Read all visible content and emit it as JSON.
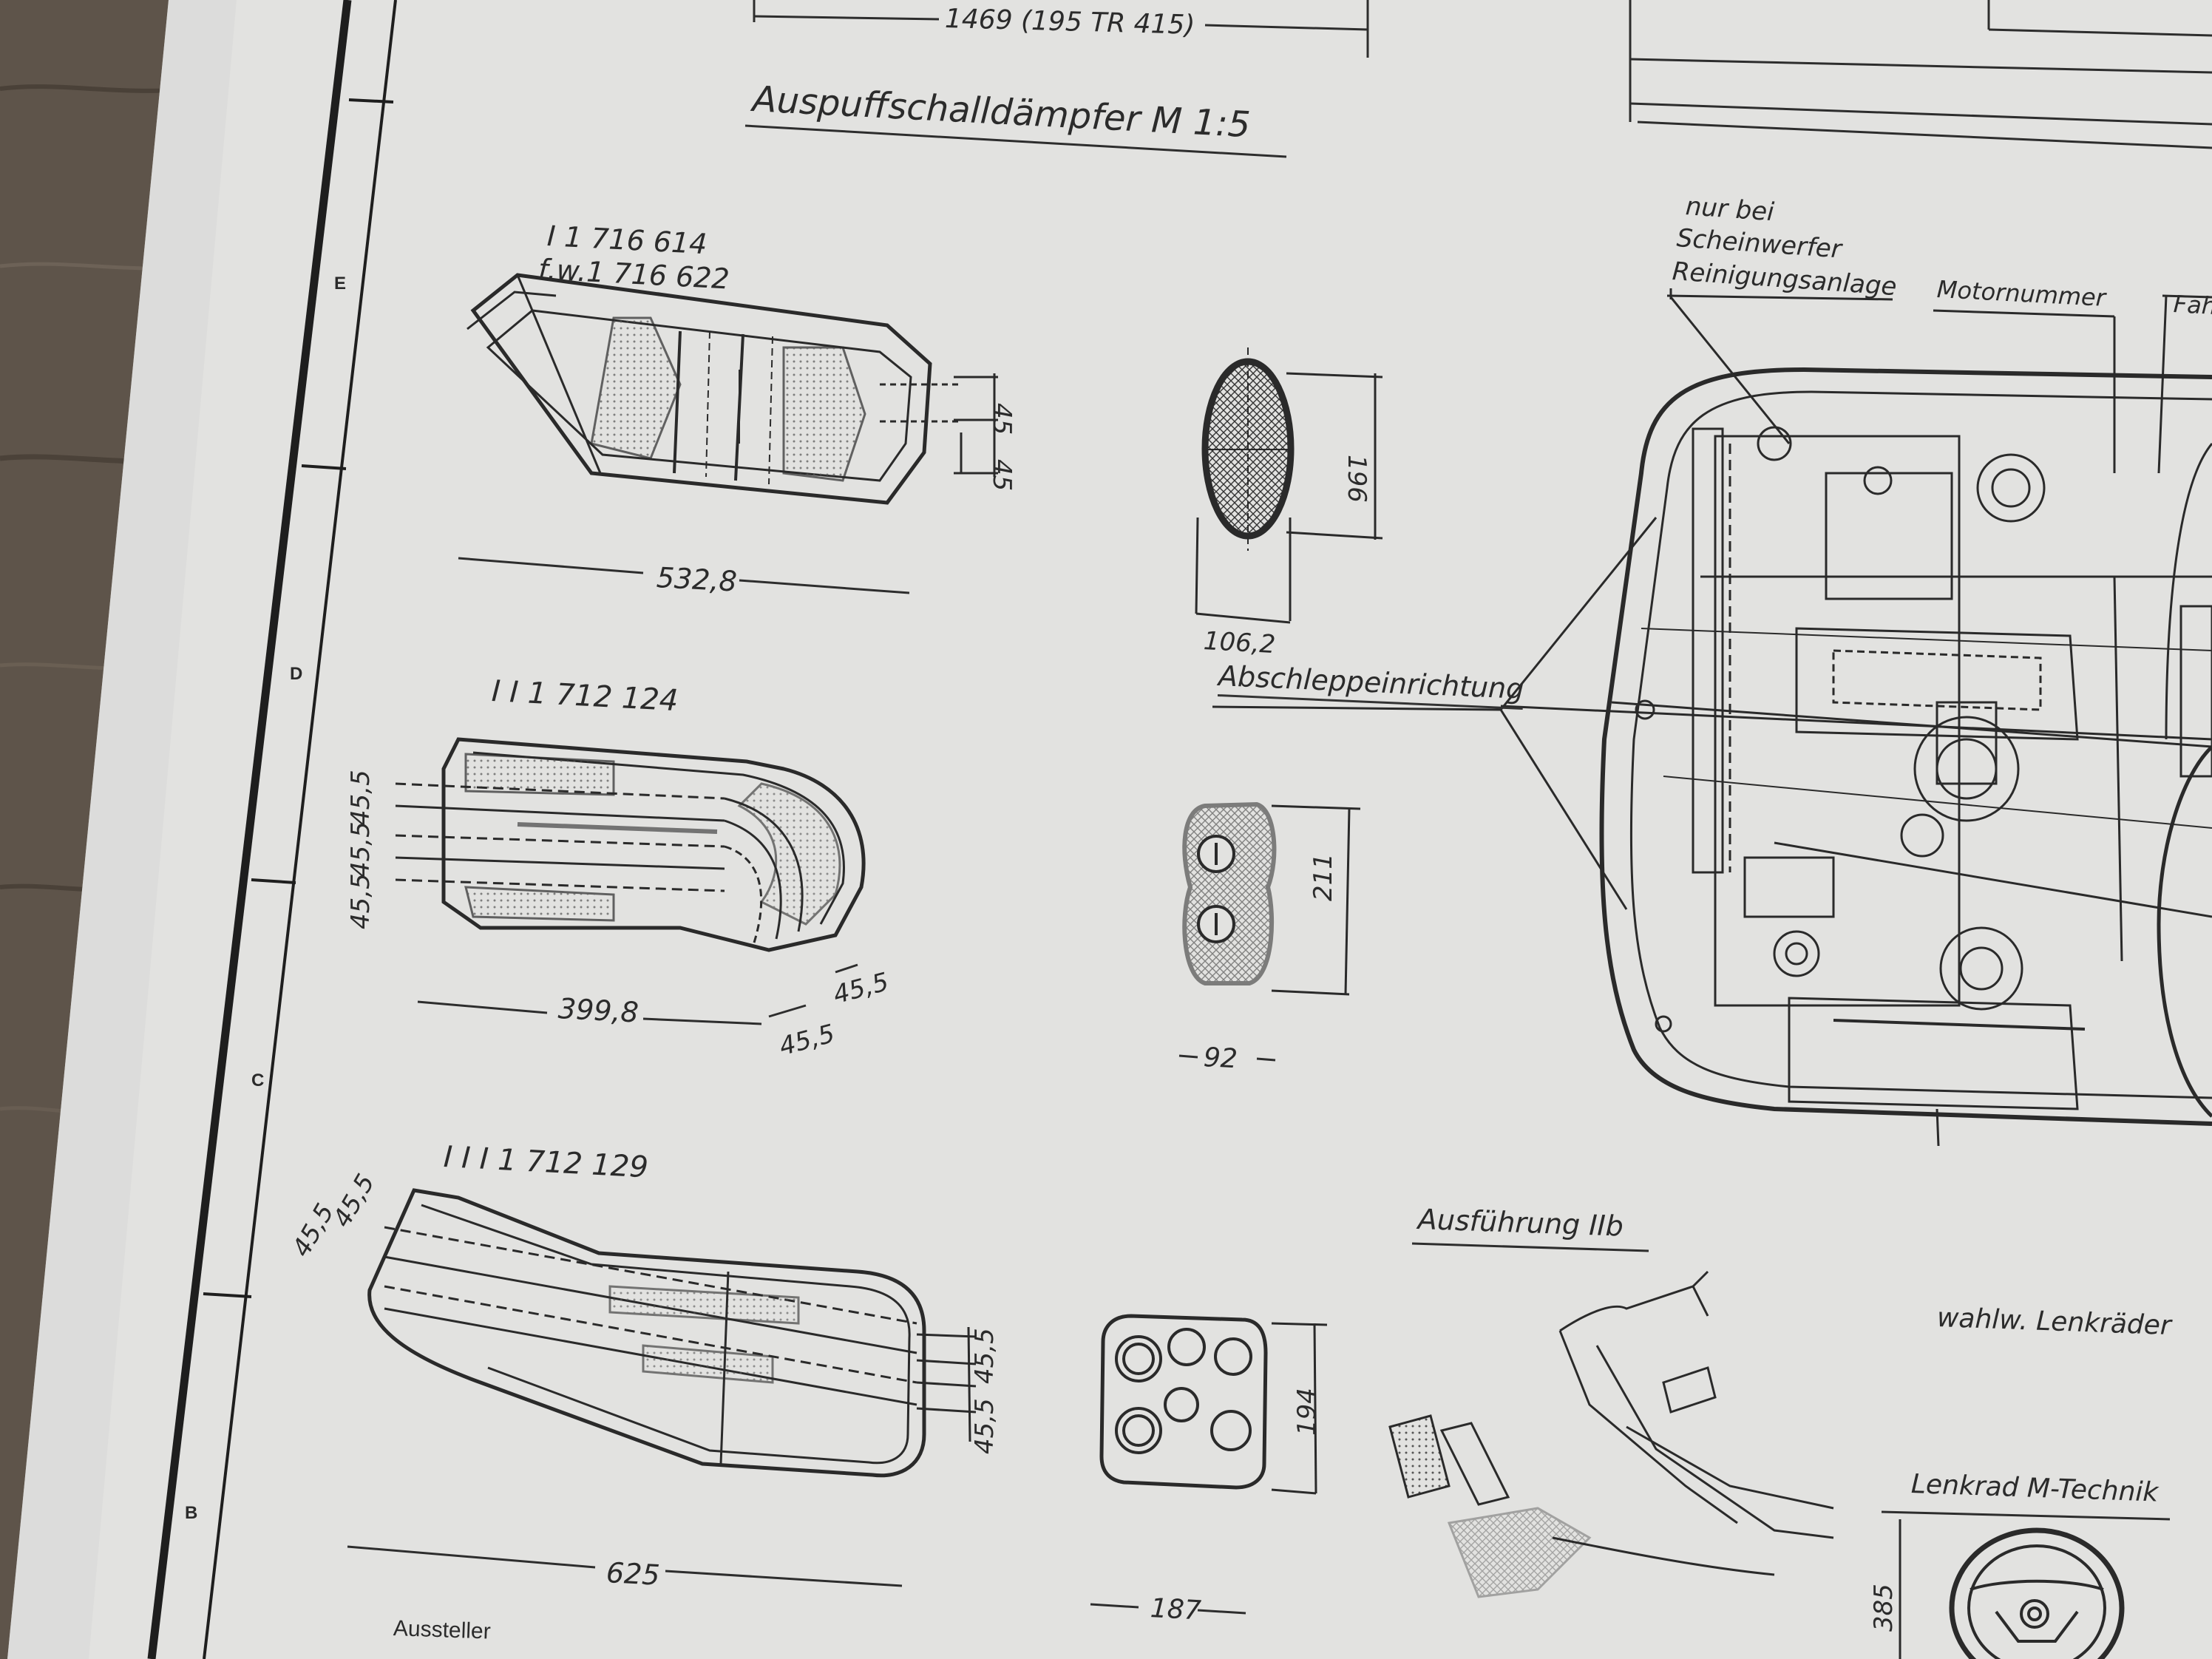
{
  "top_dimension": "1469  (195 TR 415)",
  "title": "Auspuffschalldämpfer   M 1:5",
  "mufflers": [
    {
      "id_label": "I  1 716 614",
      "variant_label": "f.w.1 716 622",
      "length": "532,8",
      "dims": [
        "45",
        "45"
      ],
      "section_width": "106,2",
      "section_height": "196"
    },
    {
      "id_label": "I I   1 712  124",
      "length": "399,8",
      "dims": [
        "45,5",
        "45,5",
        "45,5",
        "45,5",
        "45,5"
      ],
      "section_width": "92",
      "section_height": "211"
    },
    {
      "id_label": "I I I   1 712  129",
      "length": "625",
      "dims": [
        "45,5",
        "45,5",
        "45,5",
        "45,5"
      ],
      "section_width": "187",
      "section_height": "194"
    }
  ],
  "callouts": {
    "headlamp_cleaning": [
      "nur bei",
      "Scheinwerfer",
      "Reinigungsanlage"
    ],
    "engine_number": "Motornummer",
    "truncated": "Fah",
    "towing": "Abschleppeinrichtung",
    "version": "Ausführung IIb",
    "steering_wheels": "wahlw. Lenkräder",
    "m_steering_wheel": "Lenkrad M-Technik",
    "wheel_dim": "385"
  },
  "border_markers": [
    "E",
    "D",
    "C",
    "B"
  ],
  "footer": "Aussteller"
}
